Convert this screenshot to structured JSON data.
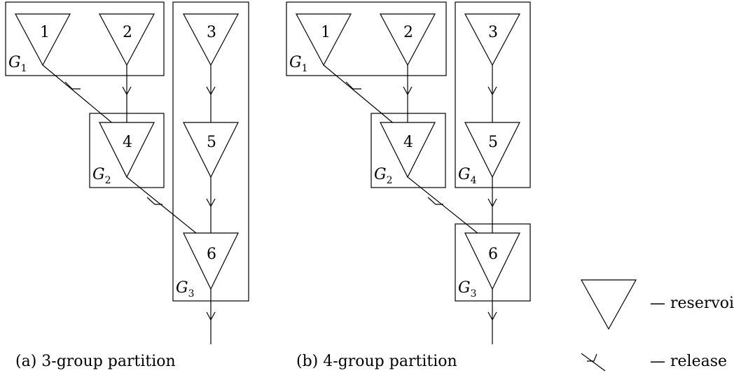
{
  "reservoir_ids": [
    "1",
    "2",
    "3",
    "4",
    "5",
    "6"
  ],
  "panel_a": {
    "caption": "(a) 3-group partition",
    "groups": [
      {
        "letter": "G",
        "sub": "1"
      },
      {
        "letter": "G",
        "sub": "2"
      },
      {
        "letter": "G",
        "sub": "3"
      }
    ]
  },
  "panel_b": {
    "caption": "(b) 4-group partition",
    "groups": [
      {
        "letter": "G",
        "sub": "1"
      },
      {
        "letter": "G",
        "sub": "2"
      },
      {
        "letter": "G",
        "sub": "4"
      },
      {
        "letter": "G",
        "sub": "3"
      }
    ]
  },
  "legend": {
    "reservoir_label": "— reservoir",
    "release_label": "— release"
  }
}
